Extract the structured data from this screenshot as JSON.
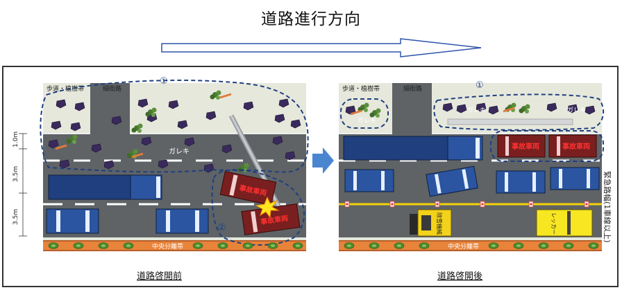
{
  "title": "道路進行方向",
  "left": {
    "labels": {
      "sidewalk": "歩道・植樹帯",
      "alley": "細街路",
      "debris": "ガレキ",
      "median": "中央分離帯"
    },
    "markers": [
      "①",
      "②"
    ],
    "wreck_labels": [
      "事故車両",
      "事故車両"
    ],
    "caption": "道路啓開前"
  },
  "right": {
    "labels": {
      "sidewalk": "歩道・植樹帯",
      "alley": "細街路",
      "debris": [
        "ガレキ",
        "ガレキ",
        "ガレキ"
      ],
      "median": "中央分離帯"
    },
    "markers": [
      "①"
    ],
    "wreck_labels": [
      "事故車両",
      "事故車両"
    ],
    "vehicle_labels": [
      "除雪機械",
      "レッカー"
    ],
    "caption": "道路啓開後"
  },
  "dimensions": [
    "1.0m",
    "3.5m",
    "3.5m"
  ],
  "side_label": "緊急路幅(1車線以上)",
  "colors": {
    "arrow": "#2e54a8",
    "debris": "#3a2a5c",
    "truck": "#1f3f7f",
    "wreck": "#7a1f1f",
    "median": "#e8833a",
    "bush": "#4a7a30"
  }
}
